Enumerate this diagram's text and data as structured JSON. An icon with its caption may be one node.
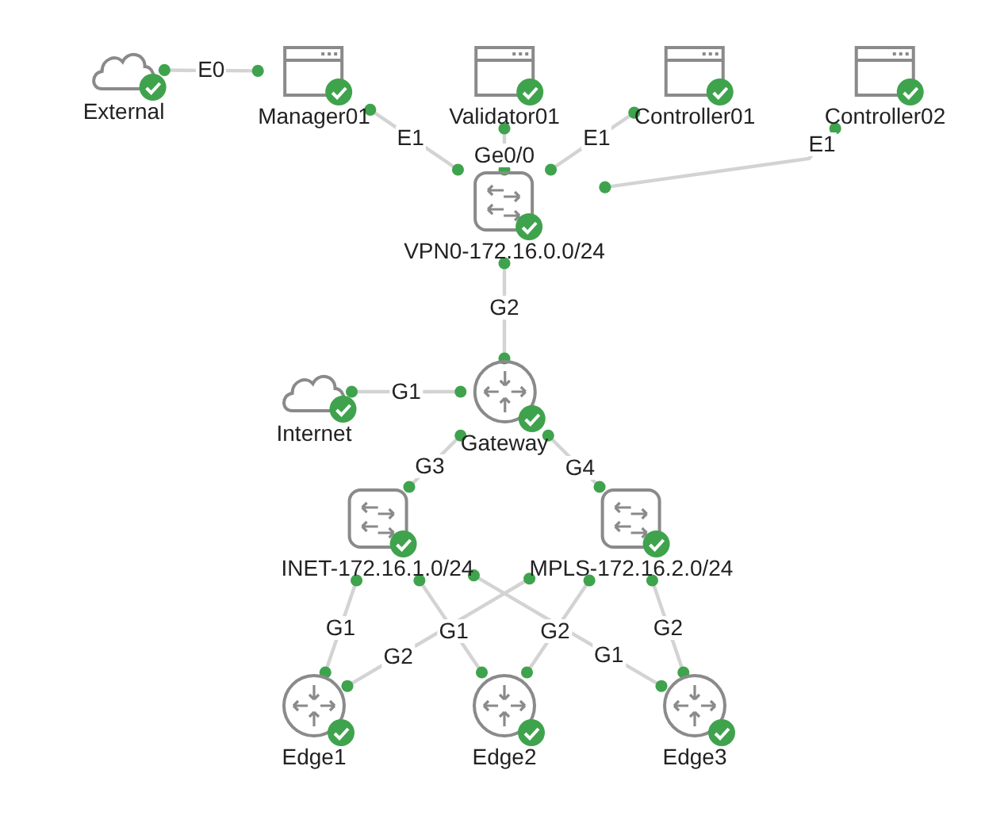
{
  "diagram": {
    "nodes": [
      {
        "text": [
          "External"
        ]
      },
      {
        "text": [
          "Manager01"
        ]
      },
      {
        "text": [
          "Validator01"
        ]
      },
      {
        "text": [
          "Controller01"
        ]
      },
      {
        "text": [
          "Controller02"
        ]
      },
      {
        "text": [
          "VPN0-172.16.0.0/24"
        ]
      },
      {
        "text": [
          "Internet"
        ]
      },
      {
        "text": [
          "Gateway"
        ]
      },
      {
        "text": [
          "INET-172.16.1.0/24"
        ]
      },
      {
        "text": [
          "MPLS-172.16.2.0/24"
        ]
      },
      {
        "text": [
          "Edge1"
        ]
      },
      {
        "text": [
          "Edge2"
        ]
      },
      {
        "text": [
          "Edge3"
        ]
      }
    ],
    "edges": [
      {
        "from": 0,
        "to": 1,
        "arrow": "other",
        "label": "E0"
      },
      {
        "from": 1,
        "to": 5,
        "arrow": "other",
        "label": "E1"
      },
      {
        "from": 2,
        "to": 5,
        "arrow": "other",
        "label": "Ge0/0"
      },
      {
        "from": 3,
        "to": 5,
        "arrow": "other",
        "label": "E1"
      },
      {
        "from": 4,
        "to": 5,
        "arrow": "other",
        "label": "E1"
      },
      {
        "from": 5,
        "to": 7,
        "arrow": "other",
        "label": "G2"
      },
      {
        "from": 6,
        "to": 7,
        "arrow": "other",
        "label": "G1"
      },
      {
        "from": 7,
        "to": 8,
        "arrow": "other",
        "label": "G3"
      },
      {
        "from": 7,
        "to": 9,
        "arrow": "other",
        "label": "G4"
      },
      {
        "from": 8,
        "to": 10,
        "arrow": "other",
        "label": "G1"
      },
      {
        "from": 8,
        "to": 11,
        "arrow": "other",
        "label": "G1"
      },
      {
        "from": 8,
        "to": 12,
        "arrow": "other",
        "label": "G1"
      },
      {
        "from": 9,
        "to": 10,
        "arrow": "other",
        "label": "G2"
      },
      {
        "from": 9,
        "to": 11,
        "arrow": "other",
        "label": "G2"
      },
      {
        "from": 9,
        "to": 12,
        "arrow": "other",
        "label": "G2"
      }
    ]
  }
}
